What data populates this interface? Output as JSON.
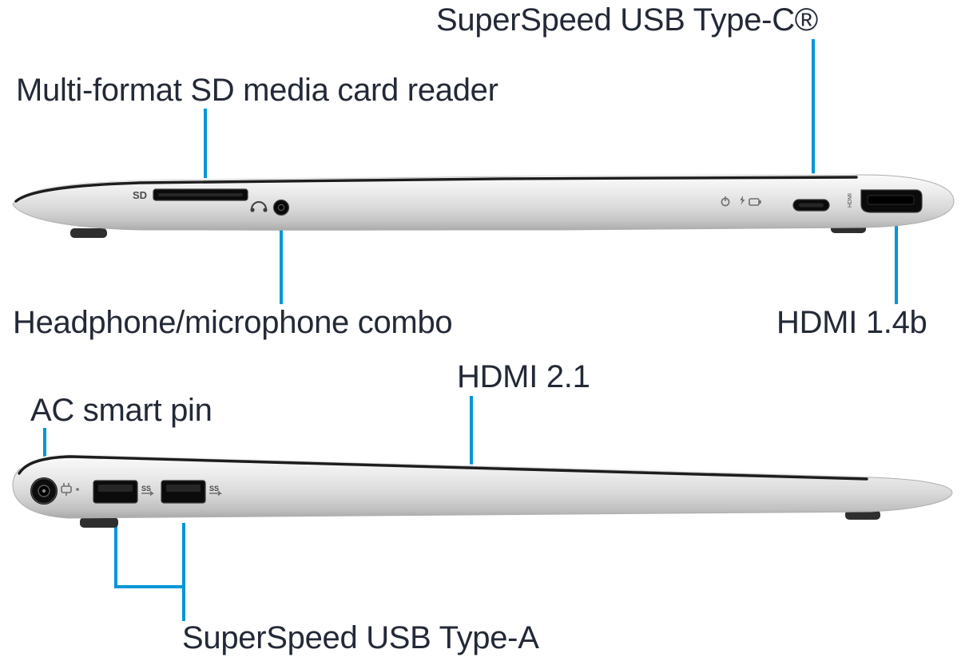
{
  "colors": {
    "background": "#ffffff",
    "label_text": "#232936",
    "callout_blue": "#0096d6",
    "laptop_silver": "#d8d8d8",
    "port_black": "#0b0b0b"
  },
  "top_view": {
    "labels": {
      "usb_type_c": "SuperSpeed USB Type-C®",
      "sd_card_reader": "Multi-format SD media card reader",
      "headphone_combo": "Headphone/microphone combo",
      "hdmi_1_4b": "HDMI 1.4b"
    },
    "port_markings": {
      "sd": "SD",
      "hdmi": "HDMI"
    }
  },
  "bottom_view": {
    "labels": {
      "hdmi_2_1": "HDMI 2.1",
      "ac_smart_pin": "AC smart pin",
      "usb_type_a": "SuperSpeed USB Type-A"
    },
    "port_markings": {
      "usb_ss_1": "SS",
      "usb_ss_2": "SS"
    }
  }
}
